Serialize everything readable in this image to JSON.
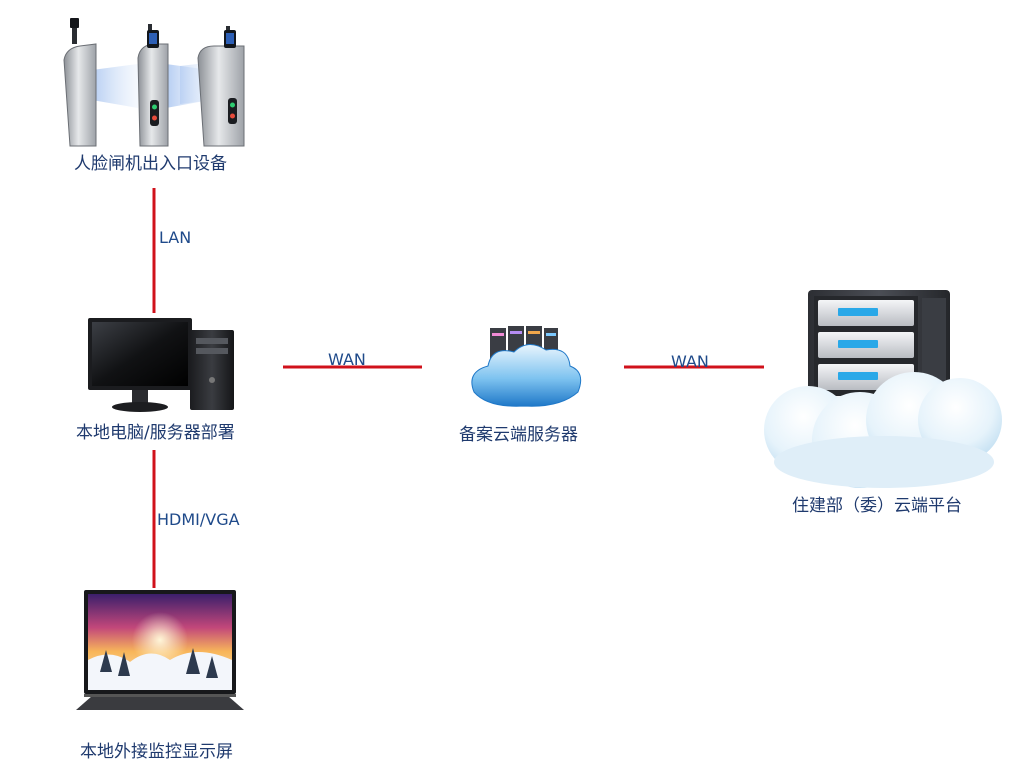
{
  "nodes": {
    "face_gate": {
      "label": "人脸闸机出入口设备",
      "icon": "turnstile-gate-icon"
    },
    "local_pc": {
      "label": "本地电脑/服务器部署",
      "icon": "desktop-computer-icon"
    },
    "cloud_server": {
      "label": "备案云端服务器",
      "icon": "cloud-server-icon"
    },
    "platform": {
      "label": "住建部（委）云端平台",
      "icon": "server-cloud-platform-icon"
    },
    "monitor": {
      "label": "本地外接监控显示屏",
      "icon": "tv-monitor-icon"
    }
  },
  "links": {
    "gate_to_pc": {
      "label": "LAN"
    },
    "pc_to_cloud": {
      "label": "WAN"
    },
    "cloud_to_platform": {
      "label": "WAN"
    },
    "pc_to_monitor": {
      "label": "HDMI/VGA"
    }
  },
  "colors": {
    "link_line": "#d0111b",
    "label_text": "#1f3a6e",
    "cloud_light": "#eaf6fd",
    "cloud_blue": "#2f8fdc"
  }
}
